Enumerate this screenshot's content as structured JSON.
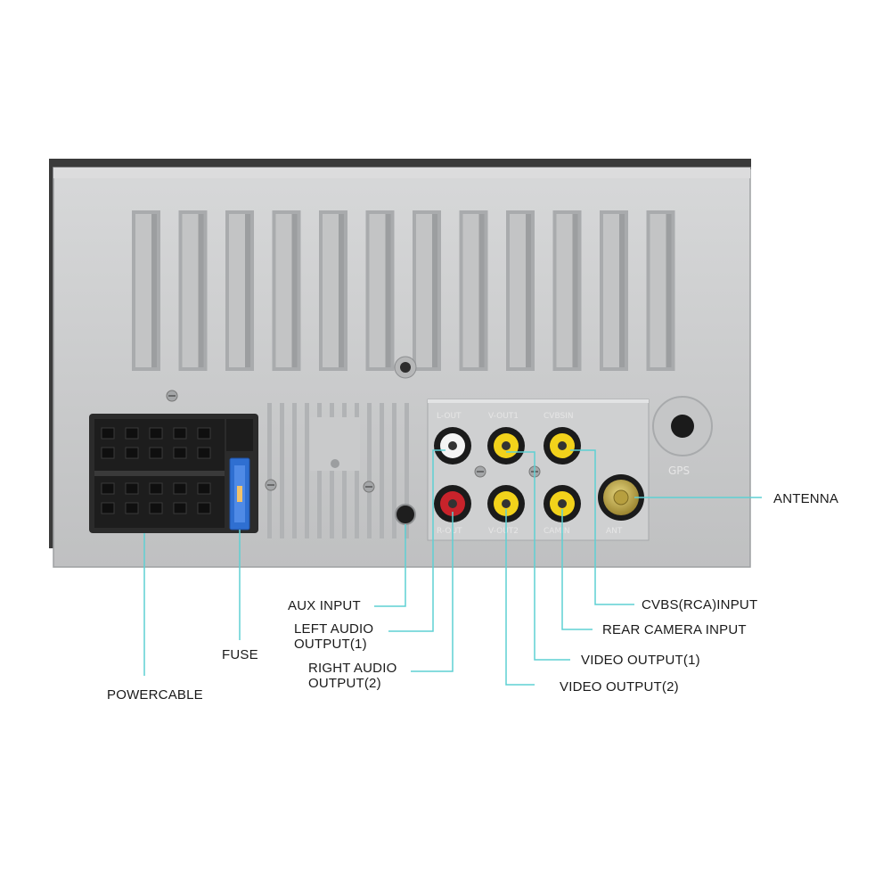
{
  "panel": {
    "port_labels": {
      "l_out": "L-OUT",
      "v_out1": "V-OUT1",
      "cvbs_in": "CVBSIN",
      "r_out": "R-OUT",
      "v_out2": "V-OUT2",
      "cam_in": "CAMIN",
      "ant": "ANT",
      "gps": "GPS"
    },
    "colors": {
      "housing": "#c9cacb",
      "connector": "#2b2b2b",
      "fuse": "#2f6fd1",
      "rca_white": "#f4f4f4",
      "rca_red": "#c8232b",
      "rca_yellow": "#f2d21b",
      "antenna_gold": "#c9b24a",
      "leader_line": "#5fd0d3"
    }
  },
  "callouts": {
    "antenna": "ANTENNA",
    "cvbs_input": "CVBS(RCA)INPUT",
    "rear_camera_input": "REAR CAMERA INPUT",
    "video_output_1": "VIDEO OUTPUT(1)",
    "video_output_2": "VIDEO OUTPUT(2)",
    "aux_input": "AUX INPUT",
    "left_audio_line1": "LEFT AUDIO",
    "left_audio_line2": "OUTPUT(1)",
    "right_audio_line1": "RIGHT AUDIO",
    "right_audio_line2": "OUTPUT(2)",
    "fuse": "FUSE",
    "power_cable": "POWERCABLE"
  }
}
